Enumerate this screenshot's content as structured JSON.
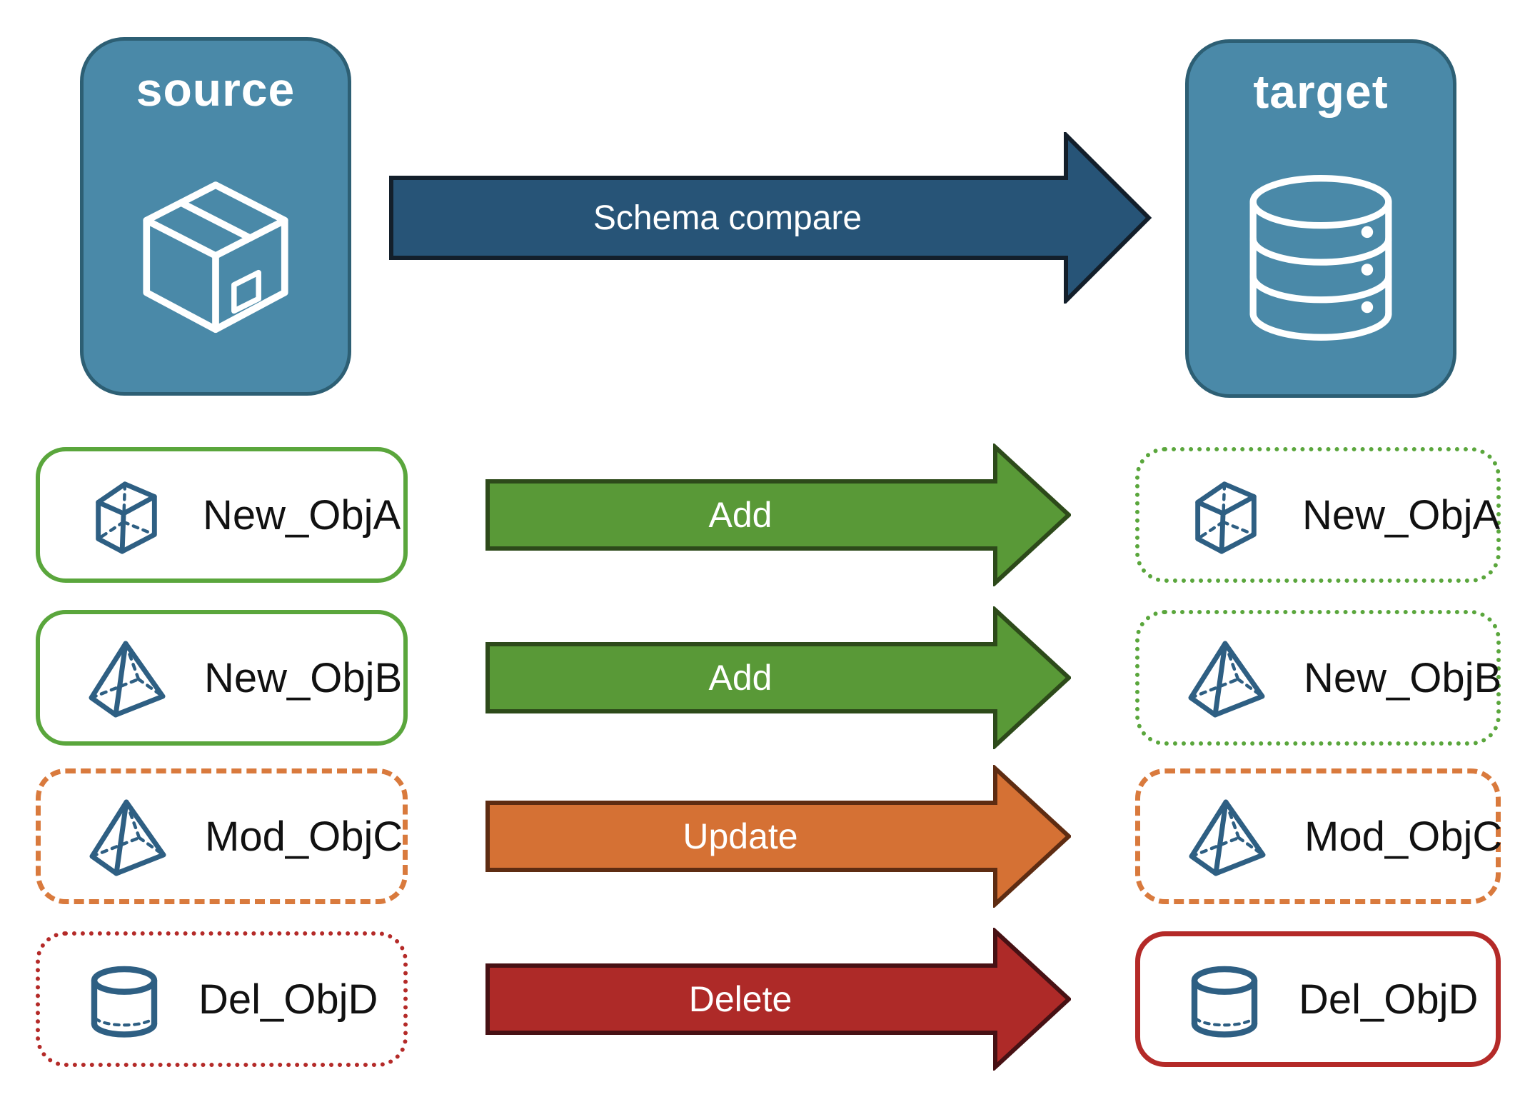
{
  "header": {
    "source": {
      "label": "source",
      "icon": "package-icon"
    },
    "target": {
      "label": "target",
      "icon": "database-icon"
    },
    "compare_arrow": {
      "label": "Schema compare"
    }
  },
  "rows": [
    {
      "object": "New_ObjA",
      "action": "Add",
      "icon": "cube-icon",
      "source_border": "green-solid",
      "target_border": "green-dotted"
    },
    {
      "object": "New_ObjB",
      "action": "Add",
      "icon": "pyramid-icon",
      "source_border": "green-solid",
      "target_border": "green-dotted"
    },
    {
      "object": "Mod_ObjC",
      "action": "Update",
      "icon": "pyramid-icon",
      "source_border": "orange-dashed",
      "target_border": "orange-dashed"
    },
    {
      "object": "Del_ObjD",
      "action": "Delete",
      "icon": "cylinder-icon",
      "source_border": "red-dotted",
      "target_border": "red-solid"
    }
  ],
  "colors": {
    "entity_fill": "#4a89a8",
    "entity_border": "#2d5f74",
    "compare_arrow_fill": "#275477",
    "compare_arrow_border": "#131f2b",
    "add_arrow_fill": "#599937",
    "add_arrow_border": "#2d4a1a",
    "update_arrow_fill": "#d57134",
    "update_arrow_border": "#5e2c12",
    "delete_arrow_fill": "#ae2a28",
    "delete_arrow_border": "#471114",
    "green_border": "#5aa63c",
    "orange_border": "#d97a3d",
    "red_border": "#b42a28",
    "icon_stroke": "#2e5f83",
    "text": "#111111"
  }
}
